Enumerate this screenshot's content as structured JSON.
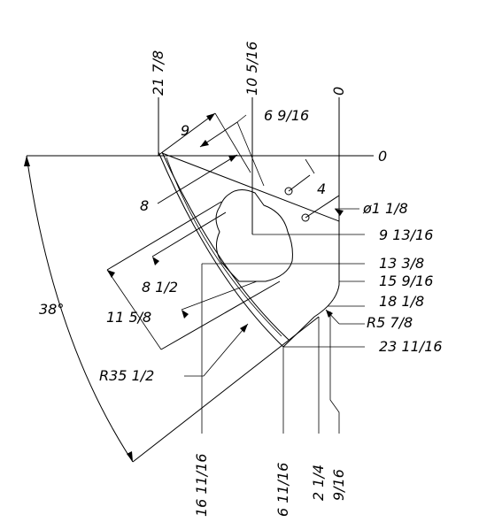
{
  "drawing": {
    "horizontal_labels": {
      "zero": "0",
      "six_9_16": "6  9/16",
      "nine": "9",
      "four": "4",
      "hole_dia": "ø1  1/8",
      "eight": "8",
      "nine_13_16": "9  13/16",
      "thirteen_3_8": "13  3/8",
      "eight_1_2": "8  1/2",
      "fifteen_9_16": "15  9/16",
      "eleven_5_8": "11  5/8",
      "eighteen_1_8": "18  1/8",
      "angle": "38°",
      "r5_7_8": "R5  7/8",
      "r35_1_2": "R35  1/2",
      "twentythree_11_16": "23  11/16"
    },
    "vertical_labels": {
      "twentyone_7_8": "21  7/8",
      "ten_5_16": "10  5/16",
      "zero_v": "0",
      "sixteen_11_16": "16  11/16",
      "six_11_16": "6  11/16",
      "two_1_4": "2  1/4",
      "nine_16": "9/16"
    }
  }
}
